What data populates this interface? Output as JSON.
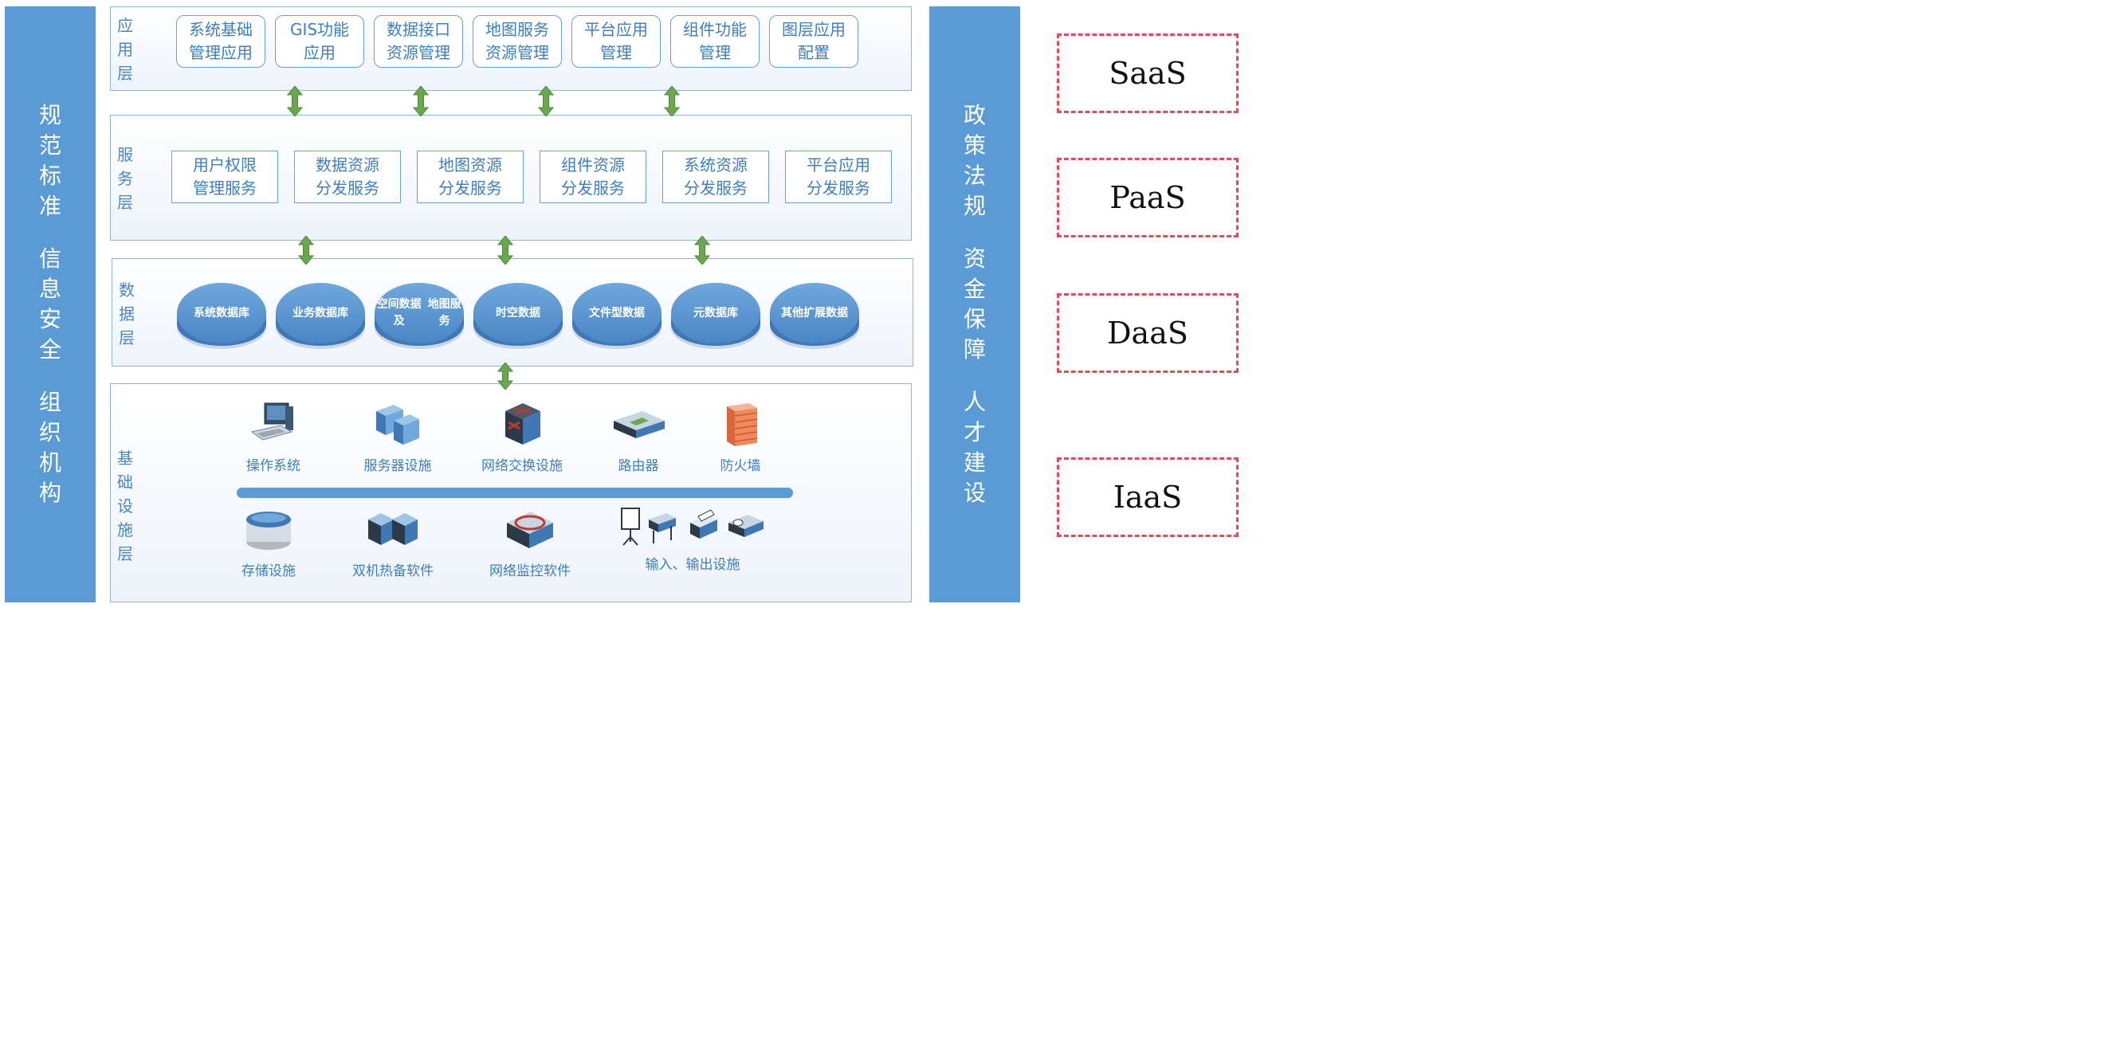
{
  "left_sidebar": {
    "groups": [
      "规范标准",
      "信息安全",
      "组织机构"
    ]
  },
  "right_sidebar": {
    "groups": [
      "政策法规",
      "资金保障",
      "人才建设"
    ]
  },
  "application_layer": {
    "label": "应用层",
    "boxes": [
      {
        "line1": "系统基础",
        "line2": "管理应用"
      },
      {
        "line1": "GIS功能",
        "line2": "应用"
      },
      {
        "line1": "数据接口",
        "line2": "资源管理"
      },
      {
        "line1": "地图服务",
        "line2": "资源管理"
      },
      {
        "line1": "平台应用",
        "line2": "管理"
      },
      {
        "line1": "组件功能",
        "line2": "管理"
      },
      {
        "line1": "图层应用",
        "line2": "配置"
      }
    ]
  },
  "service_layer": {
    "label": "服务层",
    "boxes": [
      {
        "line1": "用户权限",
        "line2": "管理服务"
      },
      {
        "line1": "数据资源",
        "line2": "分发服务"
      },
      {
        "line1": "地图资源",
        "line2": "分发服务"
      },
      {
        "line1": "组件资源",
        "line2": "分发服务"
      },
      {
        "line1": "系统资源",
        "line2": "分发服务"
      },
      {
        "line1": "平台应用",
        "line2": "分发服务"
      }
    ]
  },
  "data_layer": {
    "label": "数据层",
    "databases": [
      {
        "line1": "系统",
        "line2": "数据库"
      },
      {
        "line1": "业务",
        "line2": "数据库"
      },
      {
        "line1": "空间数据及",
        "line2": "地图服务"
      },
      {
        "line1": "时空数据",
        "line2": ""
      },
      {
        "line1": "文件型数据",
        "line2": ""
      },
      {
        "line1": "元数据库",
        "line2": ""
      },
      {
        "line1": "其他扩展数据",
        "line2": ""
      }
    ]
  },
  "infrastructure_layer": {
    "label": "基础设施层",
    "row1": [
      {
        "label": "操作系统",
        "icon": "computer-icon"
      },
      {
        "label": "服务器设施",
        "icon": "server-icon"
      },
      {
        "label": "网络交换设施",
        "icon": "network-switch-icon"
      },
      {
        "label": "路由器",
        "icon": "router-icon"
      },
      {
        "label": "防火墙",
        "icon": "firewall-icon"
      }
    ],
    "row2": [
      {
        "label": "存储设施",
        "icon": "storage-icon"
      },
      {
        "label": "双机热备软件",
        "icon": "dual-hot-standby-icon"
      },
      {
        "label": "网络监控软件",
        "icon": "network-monitor-icon"
      },
      {
        "label": "输入、输出设施",
        "icon": "io-devices-icon"
      }
    ]
  },
  "service_models": [
    "SaaS",
    "PaaS",
    "DaaS",
    "IaaS"
  ],
  "colors": {
    "sidebar": "#5b9bd5",
    "text_blue": "#3e7fc1",
    "arrow_green": "#6aa84f",
    "dashed_red": "#e5495a"
  }
}
